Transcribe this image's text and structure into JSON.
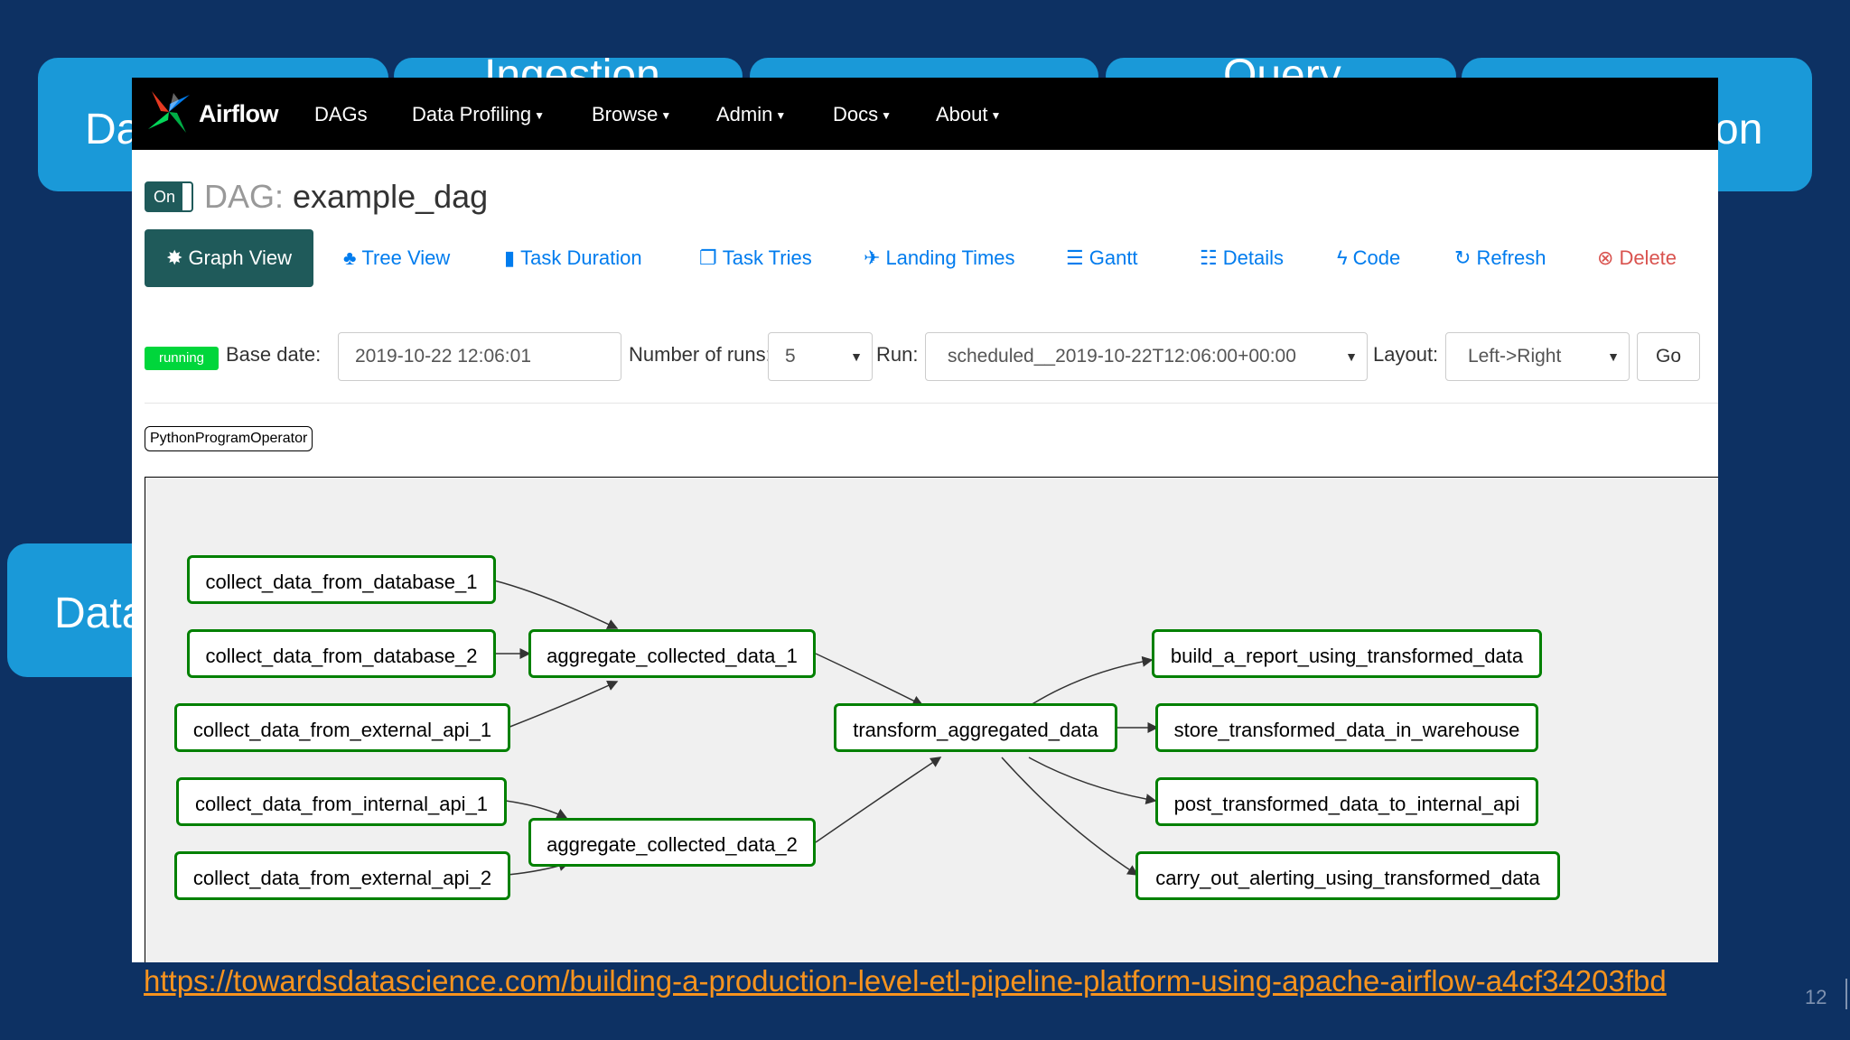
{
  "slide": {
    "bg_tabs": [
      "Da",
      "Ingestion",
      "",
      "Query",
      "on",
      "Data"
    ],
    "footer_link": "https://towardsdatascience.com/building-a-production-level-etl-pipeline-platform-using-apache-airflow-a4cf34203fbd",
    "slide_number": "12"
  },
  "colors": {
    "background": "#0d3163",
    "tab_blue": "#1a99d8",
    "navbar": "#000000",
    "active_tab": "#1f5a5a",
    "link_blue": "#017cee",
    "node_border": "#008000",
    "running": "#00d63b",
    "footer_link": "#f7931e"
  },
  "navbar": {
    "brand": "Airflow",
    "brand_icon": "pinwheel-logo",
    "items": [
      "DAGs",
      "Data Profiling",
      "Browse",
      "Admin",
      "Docs",
      "About"
    ]
  },
  "dag": {
    "toggle_label": "On",
    "label": "DAG:",
    "name": "example_dag"
  },
  "tabs": [
    {
      "label": "Graph View",
      "icon": "asterisk-icon",
      "glyph": "✸"
    },
    {
      "label": "Tree View",
      "icon": "tree-icon",
      "glyph": "♣"
    },
    {
      "label": "Task Duration",
      "icon": "bar-chart-icon",
      "glyph": "▮"
    },
    {
      "label": "Task Tries",
      "icon": "duplicate-icon",
      "glyph": "❐"
    },
    {
      "label": "Landing Times",
      "icon": "plane-icon",
      "glyph": "✈"
    },
    {
      "label": "Gantt",
      "icon": "align-left-icon",
      "glyph": "☰"
    },
    {
      "label": "Details",
      "icon": "list-icon",
      "glyph": "☷"
    },
    {
      "label": "Code",
      "icon": "flash-icon",
      "glyph": "ϟ"
    },
    {
      "label": "Refresh",
      "icon": "refresh-icon",
      "glyph": "↻"
    },
    {
      "label": "Delete",
      "icon": "remove-circle-icon",
      "glyph": "⊗"
    }
  ],
  "controls": {
    "state_badge": "running",
    "base_date_label": "Base date:",
    "base_date_value": "2019-10-22 12:06:01",
    "num_runs_label": "Number of runs:",
    "num_runs_value": "5",
    "run_label": "Run:",
    "run_value": "scheduled__2019-10-22T12:06:00+00:00",
    "layout_label": "Layout:",
    "layout_value": "Left->Right",
    "go_label": "Go"
  },
  "operator_legend": "PythonProgramOperator",
  "graph": {
    "nodes": [
      {
        "id": "n1",
        "label": "collect_data_from_database_1"
      },
      {
        "id": "n2",
        "label": "collect_data_from_database_2"
      },
      {
        "id": "n3",
        "label": "collect_data_from_external_api_1"
      },
      {
        "id": "n4",
        "label": "collect_data_from_internal_api_1"
      },
      {
        "id": "n5",
        "label": "collect_data_from_external_api_2"
      },
      {
        "id": "a1",
        "label": "aggregate_collected_data_1"
      },
      {
        "id": "a2",
        "label": "aggregate_collected_data_2"
      },
      {
        "id": "t1",
        "label": "transform_aggregated_data"
      },
      {
        "id": "o1",
        "label": "build_a_report_using_transformed_data"
      },
      {
        "id": "o2",
        "label": "store_transformed_data_in_warehouse"
      },
      {
        "id": "o3",
        "label": "post_transformed_data_to_internal_api"
      },
      {
        "id": "o4",
        "label": "carry_out_alerting_using_transformed_data"
      }
    ],
    "edges": [
      [
        "n1",
        "a1"
      ],
      [
        "n2",
        "a1"
      ],
      [
        "n3",
        "a1"
      ],
      [
        "n4",
        "a2"
      ],
      [
        "n5",
        "a2"
      ],
      [
        "a1",
        "t1"
      ],
      [
        "a2",
        "t1"
      ],
      [
        "t1",
        "o1"
      ],
      [
        "t1",
        "o2"
      ],
      [
        "t1",
        "o3"
      ],
      [
        "t1",
        "o4"
      ]
    ]
  }
}
